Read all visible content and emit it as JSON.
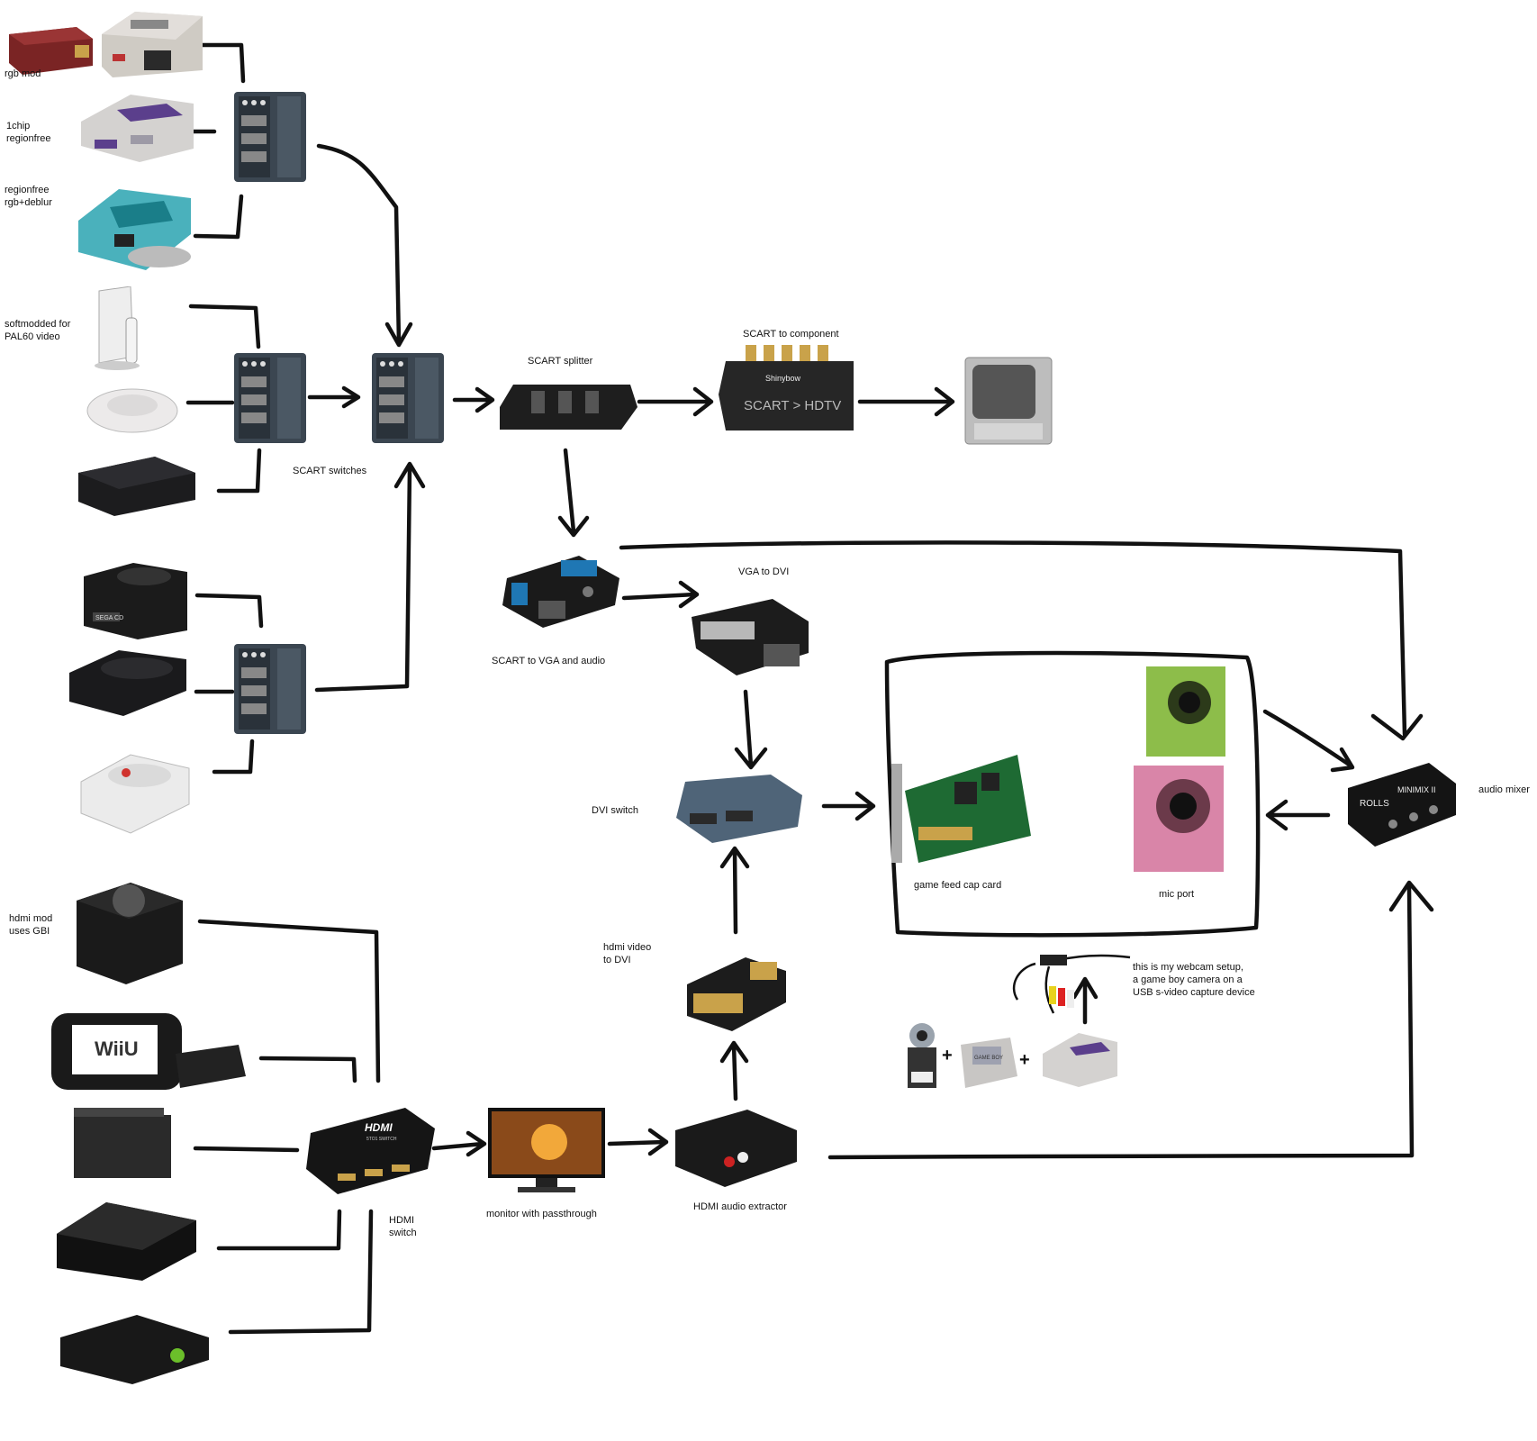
{
  "labels": {
    "rgb_mod": "rgb mod",
    "onechip": "1chip\nregionfree",
    "n64": "regionfree\nrgb+deblur",
    "wii": "softmodded for\nPAL60 video",
    "scart_switches": "SCART switches",
    "scart_splitter": "SCART splitter",
    "scart_component": "SCART to component",
    "scart_vga": "SCART to VGA and audio",
    "vga_dvi": "VGA to DVI",
    "dvi_switch": "DVI switch",
    "hdmi_dvi": "hdmi video\nto DVI",
    "game_feed": "game feed cap card",
    "mic_port": "mic port",
    "audio_mixer": "audio mixer",
    "webcam": "this is my webcam setup,\na game boy camera on a\nUSB s-video capture device",
    "gamecube": "hdmi mod\nuses GBI",
    "hdmi_switch": "HDMI\nswitch",
    "monitor": "monitor with passthrough",
    "audio_extractor": "HDMI audio extractor"
  },
  "device_text": {
    "sega_cd": "SEGA CD",
    "wiiu": "WiiU",
    "hdmi_box": "HDMI",
    "hdmi_box_sub": "5TO1 SWITCH",
    "shinybow": "Shinybow",
    "scart_hdtv": "SCART > HDTV",
    "rolls": "ROLLS",
    "minimix": "MINIMIX II",
    "gameboy": "GAME BOY",
    "plus": "+"
  },
  "colors": {
    "ink": "#111111",
    "scart_switch": "#3b4651",
    "n64_teal": "#2aa3b0",
    "snes_purple": "#5b3f8c",
    "green_jack": "#8dbd4a",
    "pink_jack": "#d985a8"
  }
}
